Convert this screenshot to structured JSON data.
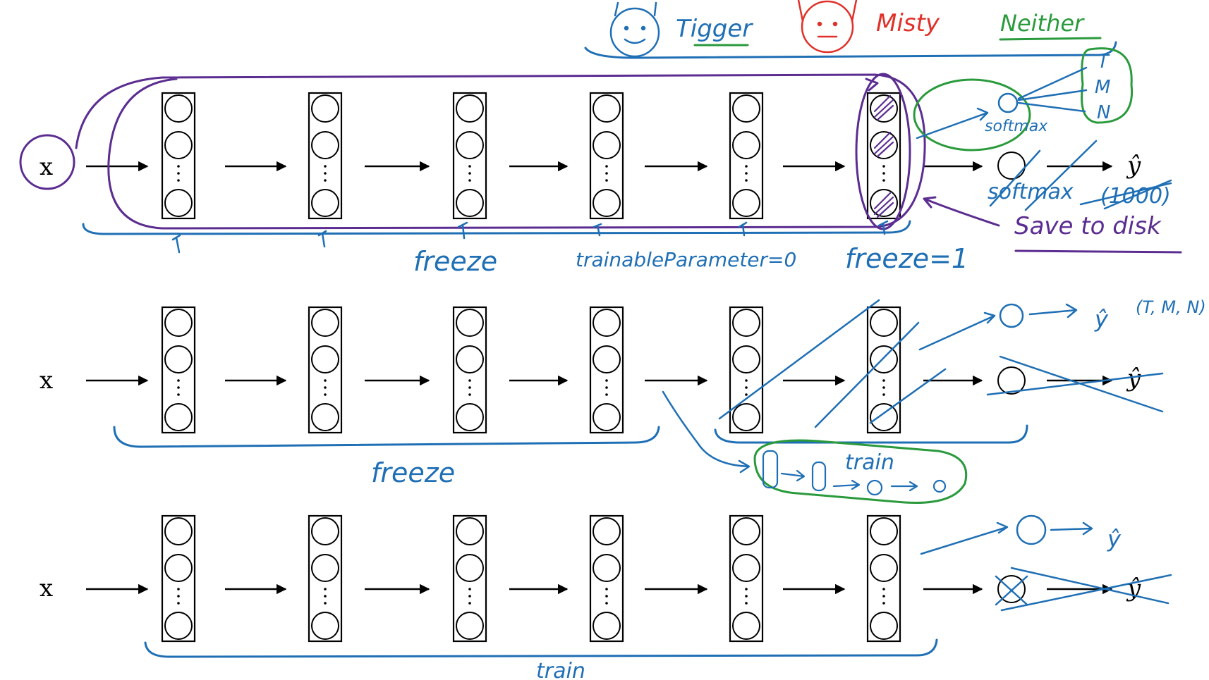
{
  "colors": {
    "ink_blue": "#1f6fb5",
    "ink_purple": "#5b2d91",
    "ink_green": "#2a9a3c",
    "ink_red": "#e0312a",
    "ink_black": "#000000"
  },
  "legend": {
    "tigger": "Tigger",
    "misty": "Misty",
    "neither": "Neither"
  },
  "rows": [
    {
      "input": "x",
      "output": "ŷ",
      "annotations": {
        "softmax_small": "softmax",
        "softmax_crossed": "softmax",
        "thousand": "(1000)",
        "save": "Save to disk",
        "freeze": "freeze",
        "trainable": "trainableParameter=0",
        "freeze_eq": "freeze=1",
        "classes": [
          "T",
          "M",
          "N"
        ]
      }
    },
    {
      "input": "x",
      "output": "ŷ",
      "annotations": {
        "freeze": "freeze",
        "train": "train",
        "new_output": "ŷ",
        "classes": "(T, M, N)"
      }
    },
    {
      "input": "x",
      "output": "ŷ",
      "annotations": {
        "train": "train",
        "new_output": "ŷ"
      }
    }
  ]
}
